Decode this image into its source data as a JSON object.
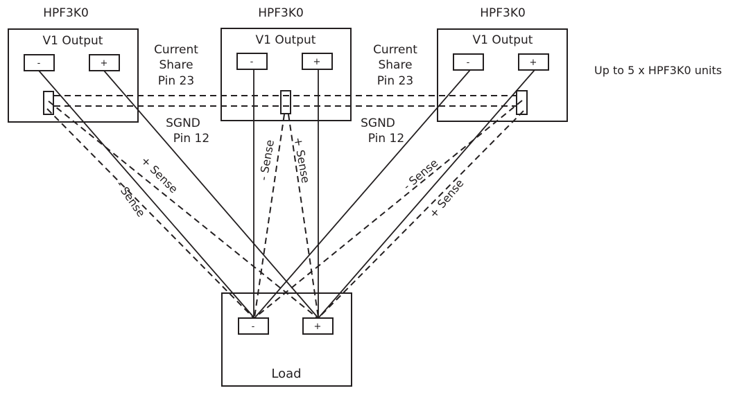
{
  "diagram": {
    "units": [
      {
        "name": "HPF3K0",
        "output_label": "V1 Output",
        "neg_label": "-",
        "pos_label": "+"
      },
      {
        "name": "HPF3K0",
        "output_label": "V1 Output",
        "neg_label": "-",
        "pos_label": "+"
      },
      {
        "name": "HPF3K0",
        "output_label": "V1 Output",
        "neg_label": "-",
        "pos_label": "+"
      }
    ],
    "current_share_labels": [
      {
        "line1": "Current",
        "line2": "Share",
        "line3": "Pin 23"
      },
      {
        "line1": "Current",
        "line2": "Share",
        "line3": "Pin 23"
      }
    ],
    "sgnd_labels": [
      {
        "line1": "SGND",
        "line2": "Pin 12"
      },
      {
        "line1": "SGND",
        "line2": "Pin 12"
      }
    ],
    "sense_labels": {
      "left_plus": "+ Sense",
      "left_minus": "- Sense",
      "center_minus": "- Sense",
      "center_plus": "+ Sense",
      "right_minus": "- Sense",
      "right_plus": "+ Sense"
    },
    "load": {
      "label": "Load",
      "neg_label": "-",
      "pos_label": "+"
    },
    "note": "Up to 5 x HPF3K0 units",
    "colors": {
      "line": "#231f20",
      "background": "#ffffff"
    }
  }
}
